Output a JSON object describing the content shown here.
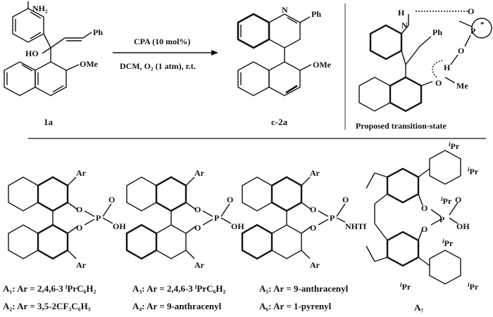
{
  "reaction": {
    "substrate_label": "1a",
    "product_label": "c-2a",
    "conditions_top": "CPA (10 mol%)",
    "conditions_bottom": "DCM, O₂ (1 atm), r.t.",
    "transition_state_title": "Proposed  transition-state"
  },
  "atoms": {
    "nh2": "NH₂",
    "ph": "Ph",
    "ho": "HO",
    "ome": "OMe",
    "n": "N",
    "h": "H",
    "o": "O",
    "p": "P",
    "me": "Me",
    "star": "*",
    "ar": "Ar",
    "oh": "OH",
    "nhtf": "NHTf",
    "ipr": "Pr",
    "i": "i"
  },
  "catalysts": [
    {
      "id": "A₁",
      "text": "A₁: Ar = 2,4,6-3 ⁱPrC₆H₂"
    },
    {
      "id": "A₂",
      "text": "A₂: Ar = 3,5-2CF₃C₆H₃"
    },
    {
      "id": "A₃",
      "text": "A₃: Ar = 2,4,6-3 ⁱPrC₆H₂"
    },
    {
      "id": "A₄",
      "text": "A₄: Ar = 9-anthracenyl"
    },
    {
      "id": "A₅",
      "text": "A₅: Ar = 9-anthracenyl"
    },
    {
      "id": "A₆",
      "text": "A₆: Ar = 1-pyrenyl"
    },
    {
      "id": "A₇",
      "text": "A₇"
    }
  ]
}
